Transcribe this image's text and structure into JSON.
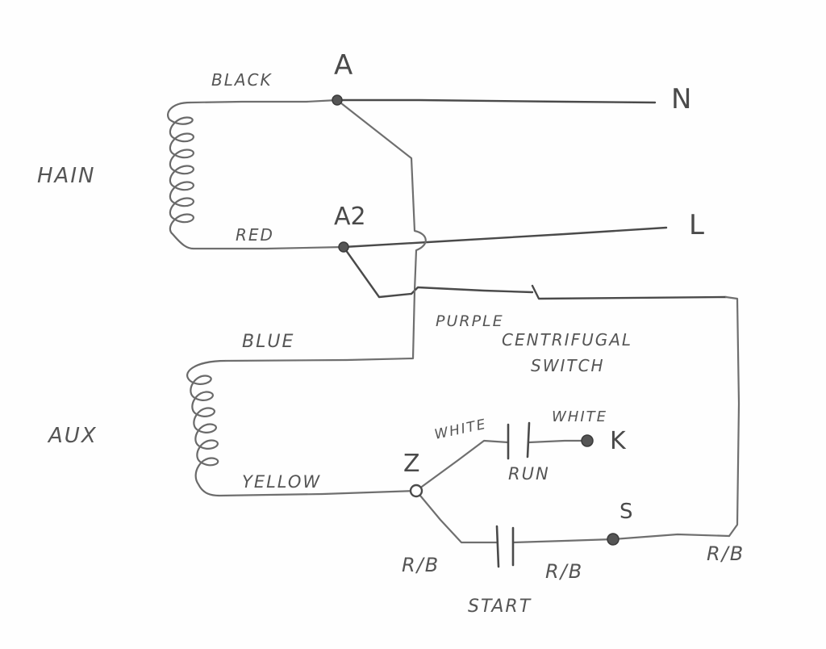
{
  "diagram": {
    "coils": {
      "main": "HAIN",
      "aux": "AUX"
    },
    "wires": {
      "black": "BLACK",
      "red": "RED",
      "blue": "BLUE",
      "yellow": "YELLOW",
      "purple": "PURPLE",
      "white_left": "WHITE",
      "white_right": "WHITE",
      "rb_left": "R/B",
      "rb_middle": "R/B",
      "rb_right": "R/B"
    },
    "terminals": {
      "a": "A",
      "a2": "A2",
      "z": "Z",
      "k": "K",
      "s": "S"
    },
    "supply": {
      "neutral": "N",
      "line": "L"
    },
    "components": {
      "centrifugal_line1": "CENTRIFUGAL",
      "centrifugal_line2": "SWITCH",
      "run_capacitor": "RUN",
      "start_capacitor": "START"
    }
  }
}
